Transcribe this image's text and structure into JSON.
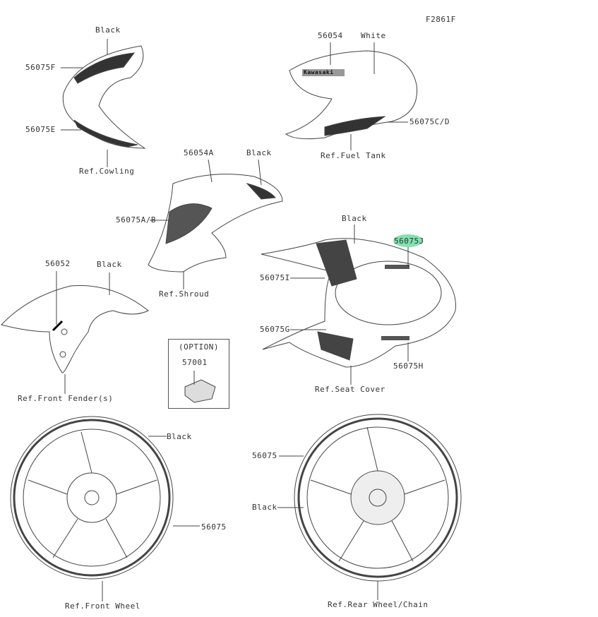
{
  "diagram_code": "F2861F",
  "highlight_color": "#6fe0a6",
  "groups": {
    "cowling": {
      "color": "Black",
      "part_top": "56075F",
      "part_bottom": "56075E",
      "ref": "Ref.Cowling"
    },
    "fuel_tank": {
      "part": "56054",
      "color": "White",
      "part_side": "56075C/D",
      "ref": "Ref.Fuel Tank",
      "logo": "Kawasaki"
    },
    "shroud": {
      "part": "56054A",
      "color": "Black",
      "part_side": "56075A/B",
      "ref": "Ref.Shroud"
    },
    "seat_cover": {
      "color": "Black",
      "part_highlighted": "56075J",
      "part_i": "56075I",
      "part_g": "56075G",
      "part_h": "56075H",
      "ref": "Ref.Seat Cover"
    },
    "front_fender": {
      "part": "56052",
      "color": "Black",
      "ref": "Ref.Front Fender(s)"
    },
    "option": {
      "title": "(OPTION)",
      "part": "57001"
    },
    "front_wheel": {
      "color": "Black",
      "part": "56075",
      "ref": "Ref.Front Wheel"
    },
    "rear_wheel": {
      "part": "56075",
      "color": "Black",
      "ref": "Ref.Rear Wheel/Chain"
    }
  }
}
